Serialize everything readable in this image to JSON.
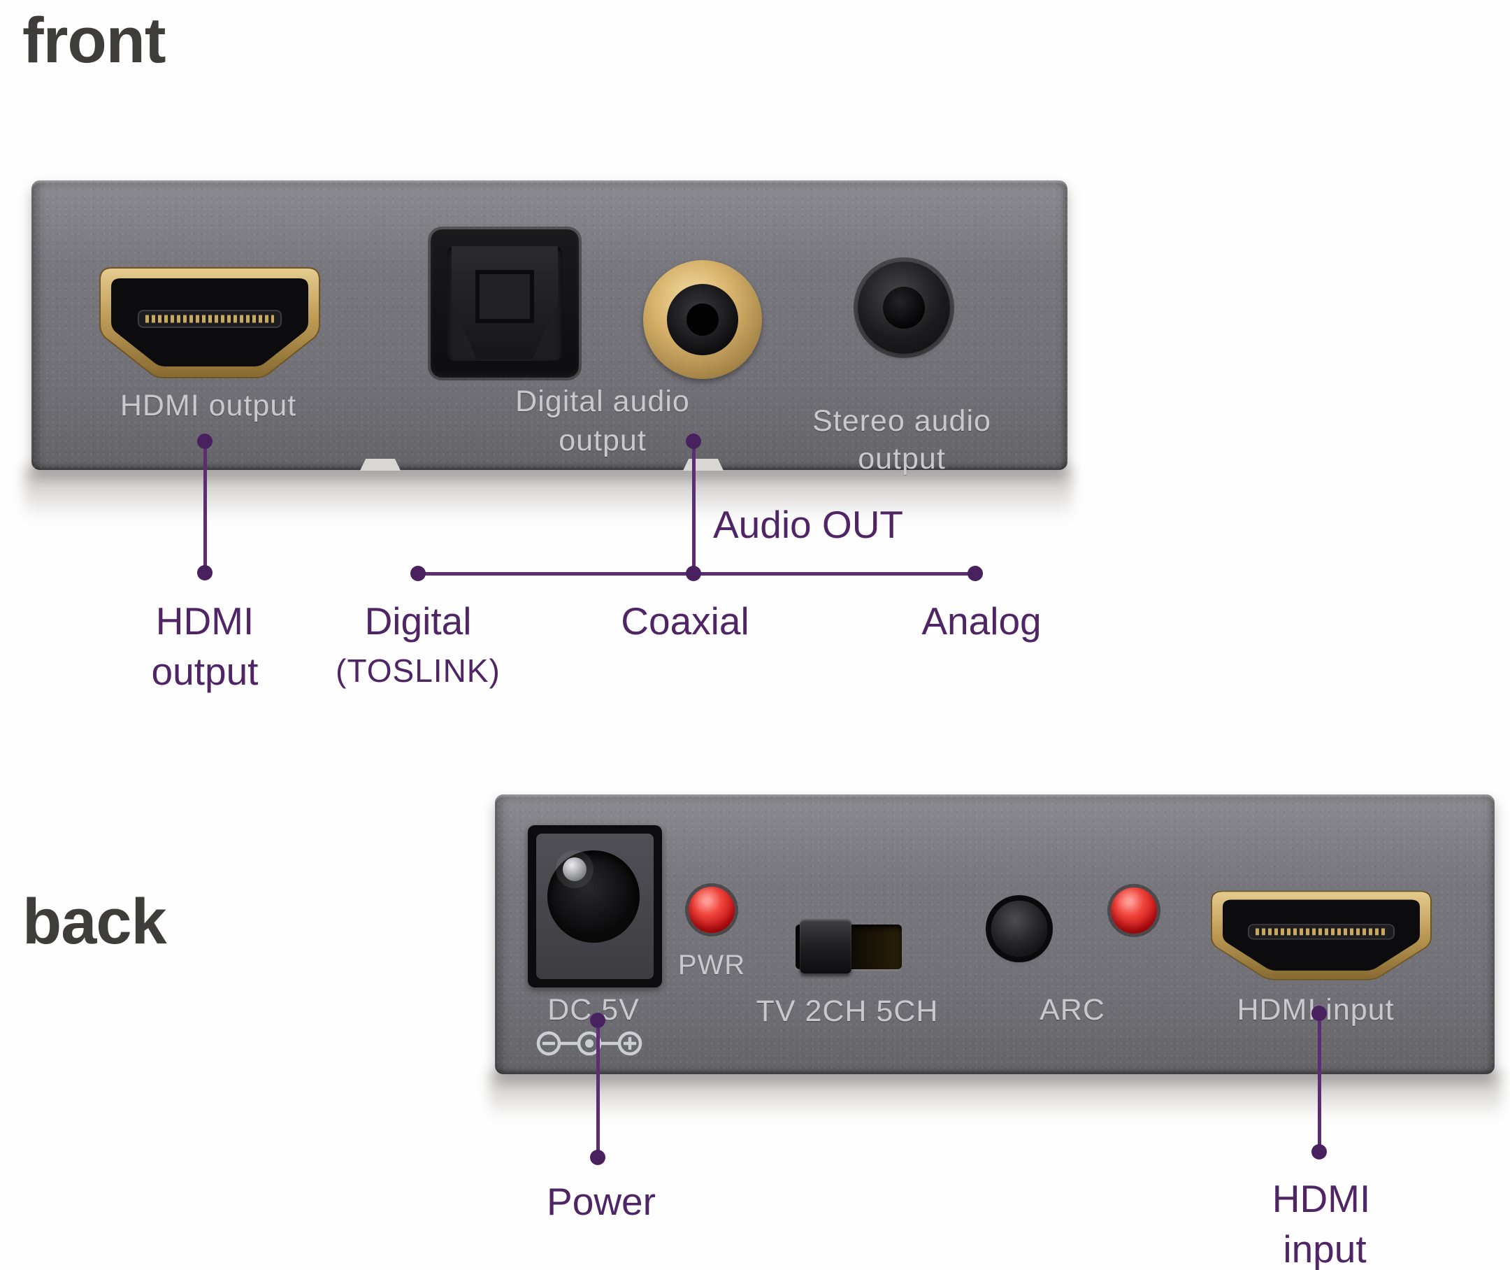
{
  "front": {
    "heading": "front",
    "device": {
      "hdmi_label": "HDMI output",
      "digital_label_line1": "Digital audio",
      "digital_label_line2": "output",
      "stereo_label_line1": "Stereo audio",
      "stereo_label_line2": "output"
    },
    "annotations": {
      "hdmi_line1": "HDMI",
      "hdmi_line2": "output",
      "audio_out": "Audio OUT",
      "digital": "Digital",
      "toslink": "(TOSLINK)",
      "coaxial": "Coaxial",
      "analog": "Analog"
    }
  },
  "back": {
    "heading": "back",
    "device": {
      "dc_label": "DC 5V",
      "pwr_label": "PWR",
      "switch_label": "TV 2CH 5CH",
      "arc_label": "ARC",
      "hdmi_label": "HDMI input"
    },
    "annotations": {
      "power": "Power",
      "hdmi_line1": "HDMI",
      "hdmi_line2": "input"
    }
  },
  "colors": {
    "heading_text": "#3e3d3a",
    "annotation_line_purple": "#5c2d73",
    "annotation_text_purple": "#4f2566",
    "device_gray": "#77777d",
    "device_label_text": "#c8c8cd",
    "led_red": "#d31317",
    "hdmi_gold": "#bf9d58"
  },
  "icons": {
    "front_ports": [
      "hdmi-output-port-icon",
      "toslink-port-icon",
      "coaxial-rca-port-icon",
      "stereo-jack-port-icon"
    ],
    "back_ports": [
      "dc-barrel-jack-icon",
      "power-led-icon",
      "slide-switch-icon",
      "arc-button-icon",
      "arc-led-icon",
      "hdmi-input-port-icon",
      "dc-polarity-icon"
    ]
  }
}
